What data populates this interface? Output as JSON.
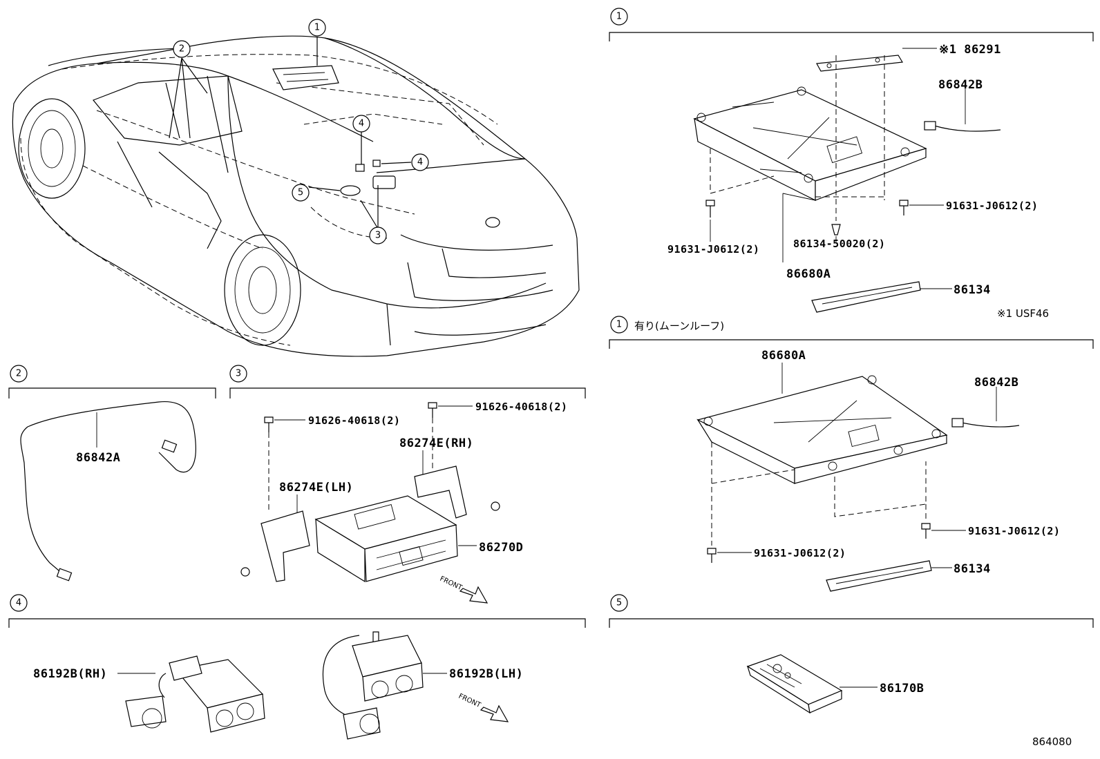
{
  "diagram_id": "864080",
  "car_callouts": [
    "1",
    "2",
    "3",
    "4",
    "5"
  ],
  "sections": {
    "s1": {
      "callout": "1",
      "parts": {
        "p86291": "※1 86291",
        "p86842B": "86842B",
        "p91631_right": "91631-J0612(2)",
        "p91631_left": "91631-J0612(2)",
        "p86134_50020": "86134-50020(2)",
        "p86680A": "86680A",
        "p86134": "86134"
      },
      "footnote": "※1 USF46"
    },
    "s1b": {
      "callout": "1",
      "condition": "有り(ムーンルーフ)",
      "parts": {
        "p86680A": "86680A",
        "p86842B": "86842B",
        "p91631_right": "91631-J0612(2)",
        "p91631_left": "91631-J0612(2)",
        "p86134": "86134"
      }
    },
    "s2": {
      "callout": "2",
      "parts": {
        "p86842A": "86842A"
      }
    },
    "s3": {
      "callout": "3",
      "parts": {
        "p91626_left": "91626-40618(2)",
        "p91626_right": "91626-40618(2)",
        "p86274E_RH": "86274E(RH)",
        "p86274E_LH": "86274E(LH)",
        "p86270D": "86270D"
      },
      "direction": "FRONT"
    },
    "s4": {
      "callout": "4",
      "parts": {
        "p86192B_RH": "86192B(RH)",
        "p86192B_LH": "86192B(LH)"
      },
      "direction": "FRONT"
    },
    "s5": {
      "callout": "5",
      "parts": {
        "p86170B": "86170B"
      }
    }
  }
}
